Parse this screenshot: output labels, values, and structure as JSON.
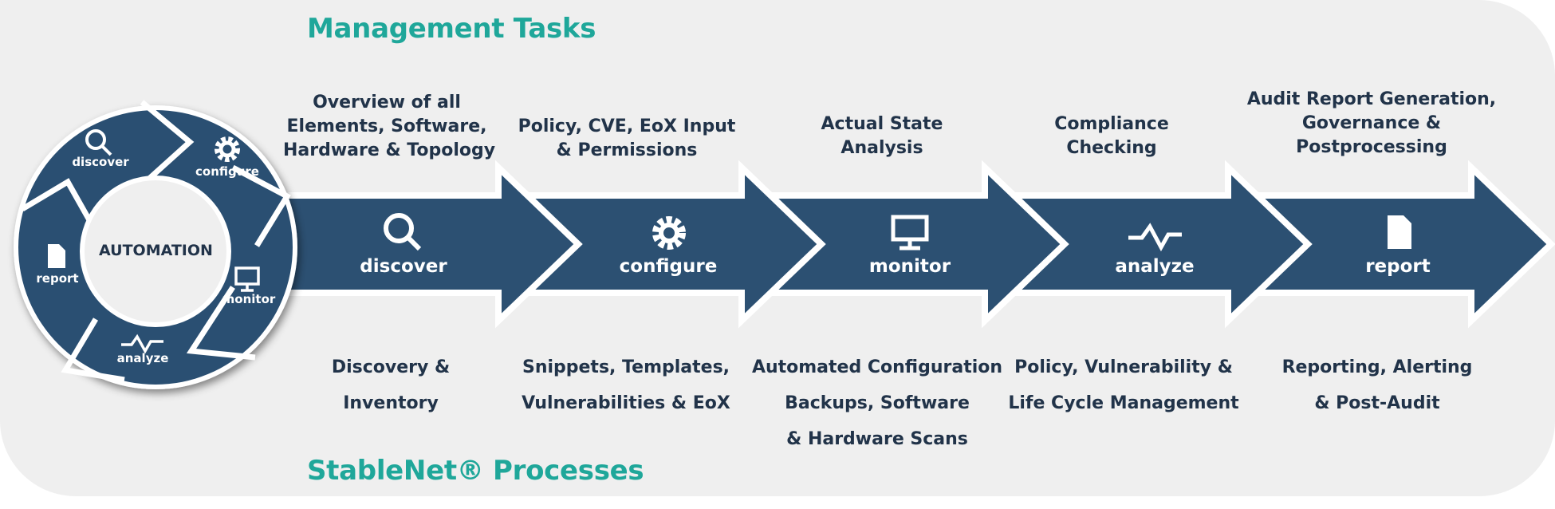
{
  "headings": {
    "top": "Management Tasks",
    "bottom": "StableNet® Processes"
  },
  "cycle": {
    "center": "AUTOMATION",
    "labels": {
      "discover": "discover",
      "configure": "configure",
      "monitor": "monitor",
      "analyze": "analyze",
      "report": "report"
    }
  },
  "steps": [
    {
      "label": "discover",
      "icon": "search-icon",
      "task": [
        "Overview of all",
        "Elements, Software,",
        "Hardware & Topology"
      ],
      "process": [
        "Discovery &",
        "Inventory"
      ]
    },
    {
      "label": "configure",
      "icon": "gear-icon",
      "task": [
        "Policy, CVE, EoX Input",
        "& Permissions"
      ],
      "process": [
        "Snippets, Templates,",
        "Vulnerabilities & EoX"
      ]
    },
    {
      "label": "monitor",
      "icon": "monitor-icon",
      "task": [
        "Actual State",
        "Analysis"
      ],
      "process": [
        "Automated Configuration",
        "Backups, Software",
        "& Hardware Scans"
      ]
    },
    {
      "label": "analyze",
      "icon": "pulse-icon",
      "task": [
        "Compliance",
        "Checking"
      ],
      "process": [
        "Policy, Vulnerability &",
        "Life Cycle Management"
      ]
    },
    {
      "label": "report",
      "icon": "document-icon",
      "task": [
        "Audit Report Generation,",
        "Governance &",
        "Postprocessing"
      ],
      "process": [
        "Reporting, Alerting",
        "& Post-Audit"
      ]
    }
  ],
  "colors": {
    "arrow": "#2c5072",
    "heading": "#1fa79a",
    "text": "#213349",
    "background": "#efefef"
  }
}
